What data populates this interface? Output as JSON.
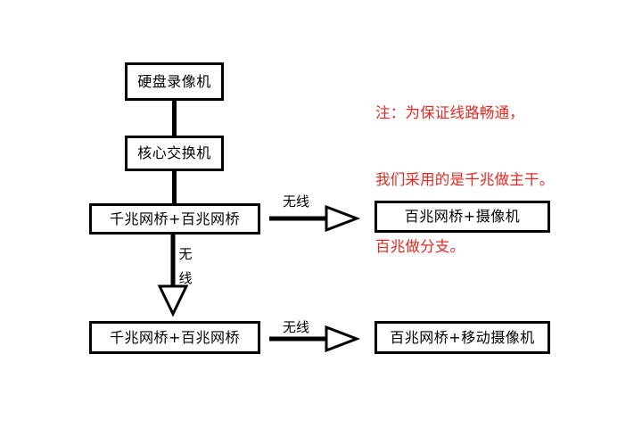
{
  "diagram": {
    "title_text": "",
    "background_color": "#ffffff",
    "stroke_color": "#000000",
    "note_color": "#e02a22",
    "nodes": [
      {
        "id": "dvr",
        "label": "硬盘录像机"
      },
      {
        "id": "switch",
        "label": "核心交换机"
      },
      {
        "id": "bridge1",
        "label": "千兆网桥+百兆网桥"
      },
      {
        "id": "camera1",
        "label": "百兆网桥+摄像机"
      },
      {
        "id": "bridge2",
        "label": "千兆网桥+百兆网桥"
      },
      {
        "id": "camera2",
        "label": "百兆网桥+移动摄像机"
      }
    ],
    "edges": [
      {
        "id": "dvr-to-switch",
        "label": "",
        "style": "plain-line",
        "direction": "vertical"
      },
      {
        "id": "switch-to-bridge1",
        "label": "",
        "style": "plain-line",
        "direction": "vertical"
      },
      {
        "id": "bridge1-to-camera1",
        "label": "无线",
        "style": "open-arrow",
        "direction": "horizontal"
      },
      {
        "id": "bridge1-to-bridge2",
        "label": "无线",
        "style": "open-arrow",
        "direction": "vertical",
        "label_chars": [
          "无",
          "线"
        ]
      },
      {
        "id": "bridge2-to-camera2",
        "label": "无线",
        "style": "open-arrow",
        "direction": "horizontal"
      }
    ],
    "note": {
      "lines": [
        "注：为保证线路畅通，",
        "我们采用的是千兆做主干。",
        "百兆做分支。"
      ]
    }
  }
}
